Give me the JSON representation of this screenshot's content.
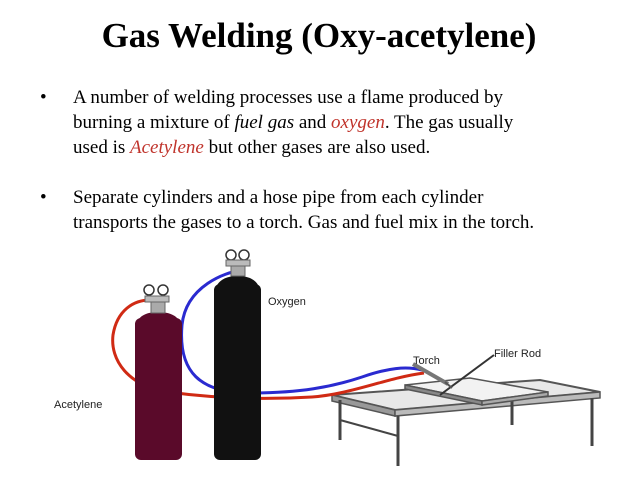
{
  "title": "Gas Welding (Oxy-acetylene)",
  "bullets": [
    {
      "marker": "•",
      "line1": "A number of welding processes use a flame  produced by",
      "line2_a": "burning a mixture of ",
      "line2_fuel": "fuel gas",
      "line2_b": " and  ",
      "line2_oxygen": "oxygen",
      "line2_c": ". The gas usually",
      "line3_a": "used is ",
      "line3_acetylene": "Acetylene",
      "line3_b": " but other gases are also used."
    },
    {
      "marker": "•",
      "line1": "Separate cylinders and  a hose pipe from each cylinder",
      "line2": "transports the  gases to a torch. Gas and fuel mix in the torch."
    }
  ],
  "diagram": {
    "labels": {
      "oxygen": "Oxygen",
      "acetylene": "Acetylene",
      "torch": "Torch",
      "filler_rod": "Filler Rod"
    },
    "colors": {
      "acetylene_cylinder": "#5a0a2a",
      "oxygen_cylinder": "#111111",
      "oxygen_hose": "#2a2ad0",
      "acetylene_hose": "#d02a14",
      "table": "#444444"
    }
  }
}
